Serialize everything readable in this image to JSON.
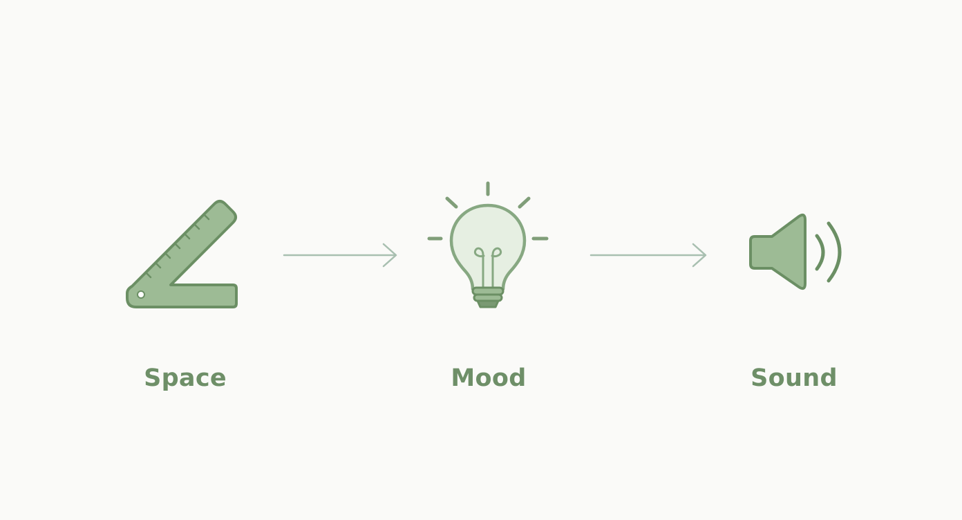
{
  "colors": {
    "background": "#fafaf8",
    "icon_stroke": "#6b8f64",
    "icon_fill": "#9dbb95",
    "bulb_fill": "#e6efe2",
    "arrow": "#a8bfb0",
    "label": "#6e8f68"
  },
  "steps": [
    {
      "label": "Space",
      "icon": "ruler-angle-icon"
    },
    {
      "label": "Mood",
      "icon": "lightbulb-icon"
    },
    {
      "label": "Sound",
      "icon": "speaker-icon"
    }
  ],
  "connectors": [
    "arrow-right-icon",
    "arrow-right-icon"
  ]
}
